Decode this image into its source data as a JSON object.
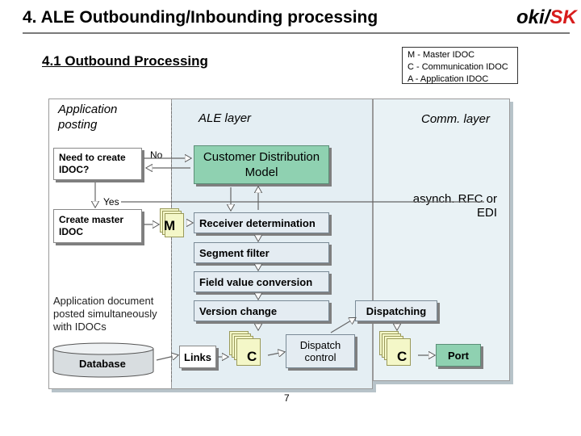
{
  "title": "4. ALE Outbounding/Inbounding processing",
  "logo": {
    "part1": "oki",
    "part2": "SK"
  },
  "subtitle": "4.1 Outbound Processing",
  "legend": [
    "M - Master IDOC",
    "C - Communication IDOC",
    "A - Application IDOC"
  ],
  "columns": {
    "application": "Application posting",
    "ale": "ALE layer",
    "comm": "Comm. layer"
  },
  "nodes": {
    "need_idoc": "Need to create IDOC?",
    "no": "No",
    "yes": "Yes",
    "create_master": "Create master IDOC",
    "customer_dist_model": "Customer Distribution Model",
    "receiver_det": "Receiver determination",
    "segment_filter": "Segment filter",
    "field_value_conv": "Field value conversion",
    "version_change": "Version change",
    "dispatching": "Dispatching",
    "dispatch_control": "Dispatch control",
    "links": "Links",
    "port": "Port",
    "async": "asynch. RFC or EDI",
    "app_doc_note": "Application document posted simultaneously with IDOCs",
    "database": "Database",
    "doc_m": "M",
    "doc_c1": "C",
    "doc_c2": "C"
  },
  "page_number": "7",
  "colors": {
    "green_box": "#8fd1b1",
    "mid_panel": "#e4eef3",
    "right_panel": "#e9f2f5",
    "logo_red": "#d81c1c"
  }
}
